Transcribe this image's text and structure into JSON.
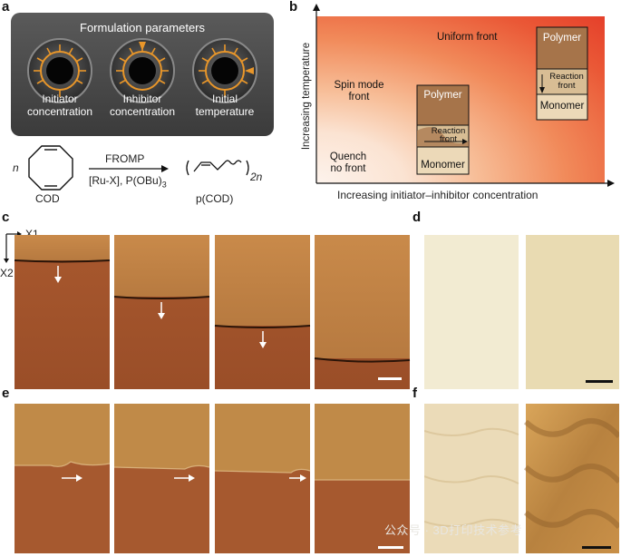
{
  "panels": {
    "a": "a",
    "b": "b",
    "c": "c",
    "d": "d",
    "e": "e",
    "f": "f"
  },
  "panel_a": {
    "title": "Formulation parameters",
    "captions": [
      {
        "line1": "Initiator",
        "line2": "concentration"
      },
      {
        "line1": "Inhibitor",
        "line2": "concentration"
      },
      {
        "line1": "Initial",
        "line2": "temperature"
      }
    ],
    "colors": {
      "ring": "#e8962a",
      "bg": "#4a4a4a"
    }
  },
  "reaction": {
    "n": "n",
    "cod": "COD",
    "arrow_top": "FROMP",
    "arrow_bottom": "[Ru-X], P(OBu)",
    "arrow_bottom_sub": "3",
    "product_sub": "2n",
    "product": "p(COD)"
  },
  "panel_b": {
    "y_label": "Increasing temperature",
    "x_label": "Increasing initiator–inhibitor concentration",
    "regions": {
      "uniform": "Uniform front",
      "spin_line1": "Spin mode",
      "spin_line2": "front",
      "quench_line1": "Quench",
      "quench_line2": "no front"
    },
    "inset_left": {
      "top": "Polymer",
      "mid_line1": "Reaction",
      "mid_line2": "front",
      "bottom": "Monomer"
    },
    "inset_right": {
      "top": "Polymer",
      "mid_line1": "Reaction",
      "mid_line2": "front",
      "bottom": "Monomer"
    },
    "colors": {
      "hot": "#e8402a",
      "warm": "#f08a4a",
      "cool": "#f8d8c0",
      "pale": "#fdf2ea"
    }
  },
  "panel_c": {
    "axis_x": "X1",
    "axis_y": "X2"
  },
  "watermark": "公众号 · 3D打印技术参考"
}
